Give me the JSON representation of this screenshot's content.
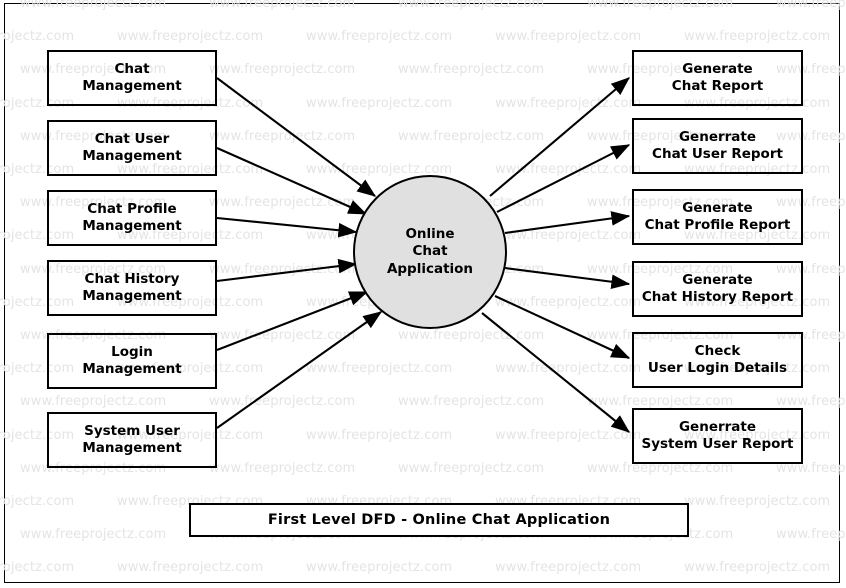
{
  "diagram": {
    "title": "First Level DFD - Online Chat Application",
    "watermark_text": "www.freeprojectz.com",
    "colors": {
      "process_fill": "#e0e0e0",
      "stroke": "#000000",
      "page_background": "#ffffff",
      "watermark": "#e4e4e4"
    },
    "process": {
      "label": "Online\nChat\nApplication",
      "name": "online-chat-application"
    },
    "inputs": [
      {
        "label": "Chat\nManagement",
        "name": "chat-management"
      },
      {
        "label": "Chat User\nManagement",
        "name": "chat-user-management"
      },
      {
        "label": "Chat Profile\nManagement",
        "name": "chat-profile-management"
      },
      {
        "label": "Chat History\nManagement",
        "name": "chat-history-management"
      },
      {
        "label": "Login\nManagement",
        "name": "login-management"
      },
      {
        "label": "System User\nManagement",
        "name": "system-user-management"
      }
    ],
    "outputs": [
      {
        "label": "Generate\nChat Report",
        "name": "generate-chat-report"
      },
      {
        "label": "Generrate\nChat User Report",
        "name": "generate-chat-user-report"
      },
      {
        "label": "Generate\nChat Profile Report",
        "name": "generate-chat-profile-report"
      },
      {
        "label": "Generate\nChat History Report",
        "name": "generate-chat-history-report"
      },
      {
        "label": "Check\nUser Login Details",
        "name": "check-user-login-details"
      },
      {
        "label": "Generrate\nSystem User Report",
        "name": "generate-system-user-report"
      }
    ]
  },
  "chart_data": {
    "type": "diagram",
    "diagram_type": "data-flow-diagram-level-1",
    "title": "First Level DFD - Online Chat Application",
    "central_process": "Online Chat Application",
    "external_entities_left": [
      "Chat Management",
      "Chat User Management",
      "Chat Profile Management",
      "Chat History Management",
      "Login Management",
      "System User Management"
    ],
    "external_entities_right": [
      "Generate Chat Report",
      "Generrate Chat User Report",
      "Generate Chat Profile Report",
      "Generate Chat History Report",
      "Check User Login Details",
      "Generrate System User Report"
    ],
    "flows": [
      {
        "from": "Chat Management",
        "to": "Online Chat Application",
        "direction": "in"
      },
      {
        "from": "Chat User Management",
        "to": "Online Chat Application",
        "direction": "in"
      },
      {
        "from": "Chat Profile Management",
        "to": "Online Chat Application",
        "direction": "in"
      },
      {
        "from": "Chat History Management",
        "to": "Online Chat Application",
        "direction": "in"
      },
      {
        "from": "Login Management",
        "to": "Online Chat Application",
        "direction": "in"
      },
      {
        "from": "System User Management",
        "to": "Online Chat Application",
        "direction": "in"
      },
      {
        "from": "Online Chat Application",
        "to": "Generate Chat Report",
        "direction": "out"
      },
      {
        "from": "Online Chat Application",
        "to": "Generrate Chat User Report",
        "direction": "out"
      },
      {
        "from": "Online Chat Application",
        "to": "Generate Chat Profile Report",
        "direction": "out"
      },
      {
        "from": "Online Chat Application",
        "to": "Generate Chat History Report",
        "direction": "out"
      },
      {
        "from": "Online Chat Application",
        "to": "Check User Login Details",
        "direction": "out"
      },
      {
        "from": "Online Chat Application",
        "to": "Generrate System User Report",
        "direction": "out"
      }
    ]
  }
}
